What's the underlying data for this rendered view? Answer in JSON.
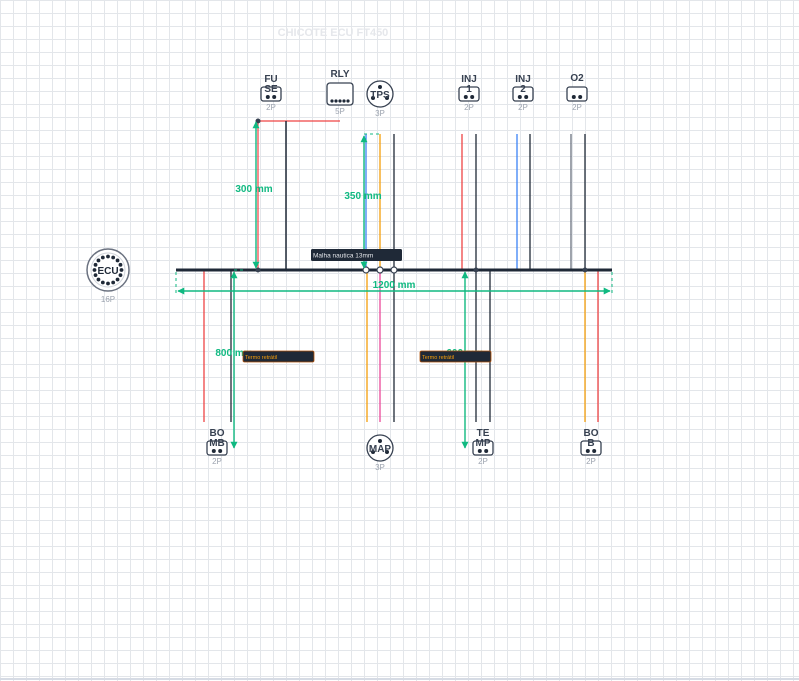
{
  "title": "CHICOTE ECU FT450",
  "colors": {
    "trunk": "#1f2937",
    "dimension": "#10b981",
    "label_gray": "#9ca3af",
    "connector_stroke": "#374151",
    "tag_bg": "#1f2937",
    "tag_text_white": "#e5e7eb",
    "tag_text_orange": "#f59e0b",
    "tag_border_orange": "#b45309",
    "wire_red": "#ef4444",
    "wire_black": "#1f2937",
    "wire_blue": "#3b82f6",
    "wire_orange": "#f59e0b",
    "wire_pink": "#ec4899",
    "wire_gray": "#6b7280"
  },
  "ecu": {
    "name": "ECU",
    "pins": "16P"
  },
  "connectors": [
    {
      "id": "fuse",
      "name_lines": [
        "FU",
        "SE"
      ],
      "pins": "2P",
      "shape": "2pin"
    },
    {
      "id": "rly",
      "name_lines": [
        "RLY"
      ],
      "pins": "5P",
      "shape": "5pin"
    },
    {
      "id": "tps",
      "name_lines": [
        "TPS"
      ],
      "pins": "3P",
      "shape": "round3"
    },
    {
      "id": "inj1",
      "name_lines": [
        "INJ",
        "1"
      ],
      "pins": "2P",
      "shape": "2pin"
    },
    {
      "id": "inj2",
      "name_lines": [
        "INJ",
        "2"
      ],
      "pins": "2P",
      "shape": "2pin"
    },
    {
      "id": "o2",
      "name_lines": [
        "O2"
      ],
      "pins": "2P",
      "shape": "2pin"
    },
    {
      "id": "bomb",
      "name_lines": [
        "BO",
        "MB"
      ],
      "pins": "2P",
      "shape": "2pin"
    },
    {
      "id": "map",
      "name_lines": [
        "MAP"
      ],
      "pins": "3P",
      "shape": "round3"
    },
    {
      "id": "temp",
      "name_lines": [
        "TE",
        "MP"
      ],
      "pins": "2P",
      "shape": "2pin"
    },
    {
      "id": "bob",
      "name_lines": [
        "BO",
        "B"
      ],
      "pins": "2P",
      "shape": "2pin"
    }
  ],
  "dimensions": {
    "trunk": "1200 mm",
    "fuse": "300 mm",
    "tps": "350 mm",
    "bomb": "800 mm",
    "temp": "600 mm"
  },
  "tags": {
    "mesh": "Malha nautica 13mm",
    "heatshrink_left": "Termo retrátil",
    "heatshrink_right": "Termo retrátil"
  }
}
